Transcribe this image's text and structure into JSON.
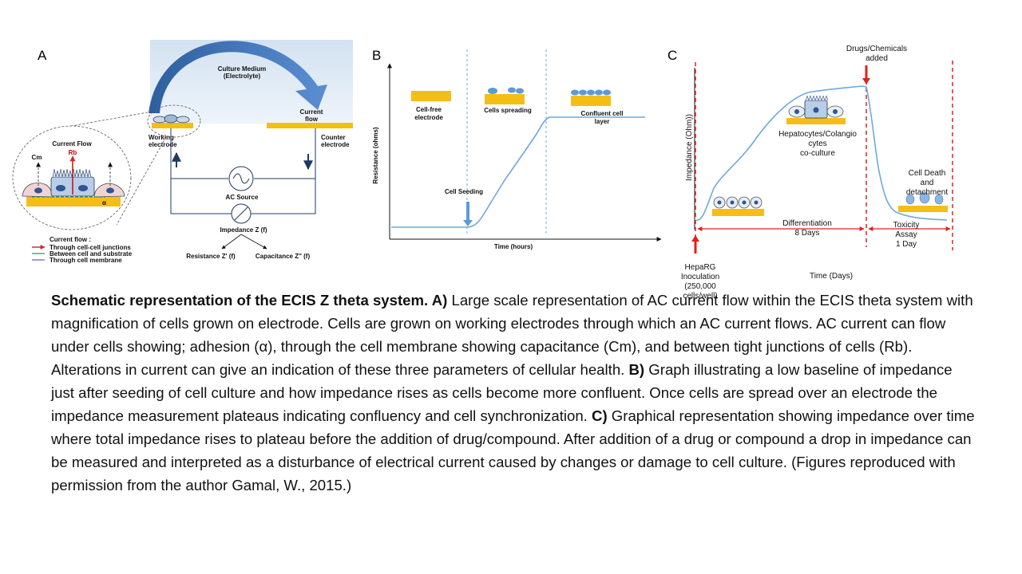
{
  "panels": {
    "a": {
      "letter": "A",
      "culture_medium": "Culture Medium",
      "electrolyte": "(Electrolyte)",
      "current_flow_upper": "Current",
      "current_flow_lower": "flow",
      "working_electrode_1": "Working",
      "working_electrode_2": "electrode",
      "counter_electrode_1": "Counter",
      "counter_electrode_2": "electrode",
      "ac_source": "AC Source",
      "impedance": "Impedance Z (f)",
      "resistance": "Resistance  Z' (f)",
      "capacitance": "Capacitance Z'' (f)",
      "inset_title": "Current Flow",
      "cm": "Cm",
      "rb": "Rb",
      "alpha": "α",
      "legend_title": "Current  flow :",
      "legend_items": [
        "Through cell-cell junctions",
        "Between cell and substrate",
        "Through cell  membrane"
      ]
    },
    "b": {
      "letter": "B",
      "y_label": "Resistance (ohms)",
      "x_label": "Time (hours)",
      "stage_1a": "Cell-free",
      "stage_1b": "electrode",
      "stage_2": "Cells spreading",
      "stage_3a": "Confluent cell",
      "stage_3b": "layer",
      "seeding": "Cell Seeding"
    },
    "c": {
      "letter": "C",
      "y_label": "Impedance (Ohm))",
      "x_label": "Time (Days)",
      "drugs_1": "Drugs/Chemicals",
      "drugs_2": "added",
      "hep_1": "Hepatocytes/Colangio",
      "hep_2": "cytes",
      "hep_3": "co-culture",
      "death_1": "Cell Death",
      "death_2": "and",
      "death_3": "detachment",
      "diff_1": "Differentiation",
      "diff_2": "8 Days",
      "tox_1": "Toxicity",
      "tox_2": "Assay",
      "tox_3": "1 Day",
      "hepa_1": "HepaRG",
      "hepa_2": "Inoculation",
      "hepa_3": "(250,000",
      "hepa_4": "cells/well)"
    }
  },
  "caption": {
    "title": "Schematic representation of the ECIS Z theta system",
    "title_end": ". ",
    "a_label": "A)",
    "a_text": " Large scale representation of AC current flow within the ECIS theta system with magnification of cells grown on electrode. Cells are grown on working electrodes through which an AC current flows. AC current can flow under cells showing; adhesion (α), through the cell membrane showing capacitance (Cm), and between tight junctions of cells (Rb). Alterations in current can give an indication of these three parameters of cellular health. ",
    "b_label": "B)",
    "b_text": " Graph illustrating a low baseline of impedance just after seeding of cell culture and how impedance rises as cells become more confluent. Once cells are spread over an electrode the impedance measurement plateaus indicating confluency and cell synchronization. ",
    "c_label": "C)",
    "c_text": " Graphical representation showing impedance over time where total impedance rises to plateau before the addition of drug/compound. After addition of a drug or compound a drop in impedance can be measured and interpreted as a disturbance of electrical current caused by changes or damage to cell culture. (Figures reproduced with permission from the author Gamal, W., 2015.)"
  },
  "colors": {
    "electrode": "#f5be14",
    "curve": "#6fa8dc",
    "arrow_blue": "#4a7fc1",
    "red": "#e02020",
    "medium_bg": "#dde8f3",
    "dark_blue": "#1f3864"
  }
}
